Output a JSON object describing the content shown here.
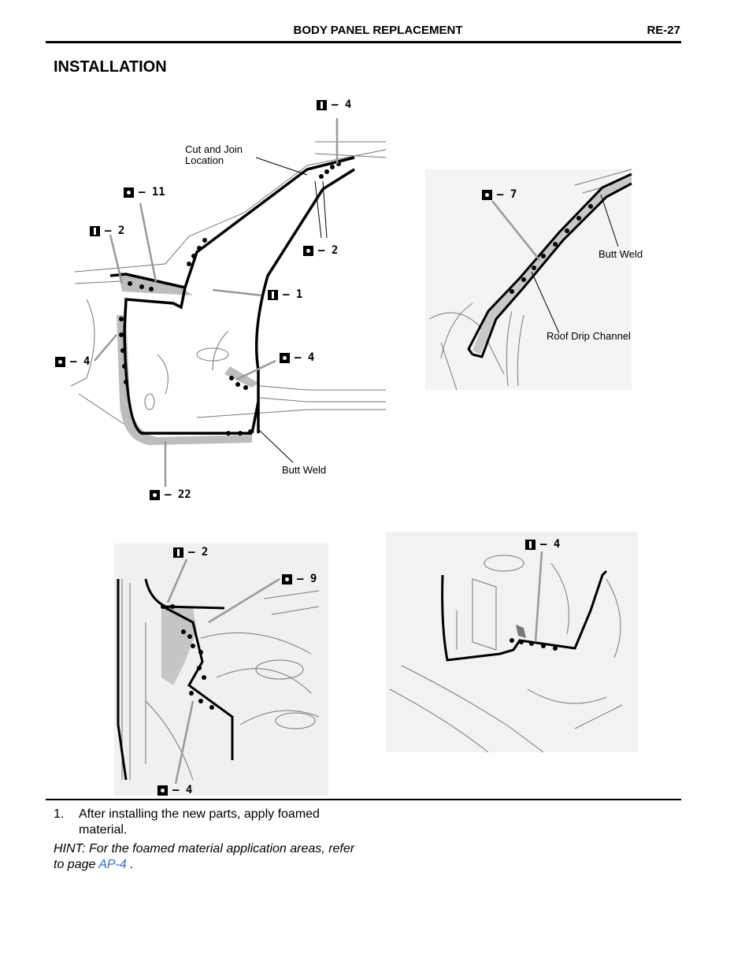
{
  "header": {
    "title": "BODY PANEL REPLACEMENT",
    "page": "RE-27"
  },
  "section": {
    "title": "INSTALLATION"
  },
  "figures": {
    "fig1": {
      "labels": {
        "cut_join": "Cut and Join\nLocation",
        "butt_weld": "Butt Weld"
      },
      "callouts": [
        {
          "kind": "seam",
          "num": "– 4"
        },
        {
          "kind": "spot",
          "num": "– 11"
        },
        {
          "kind": "seam",
          "num": "– 2"
        },
        {
          "kind": "spot",
          "num": "– 2"
        },
        {
          "kind": "seam",
          "num": "– 1"
        },
        {
          "kind": "spot",
          "num": "– 4"
        },
        {
          "kind": "spot",
          "num": "– 4"
        },
        {
          "kind": "spot",
          "num": "– 22"
        }
      ]
    },
    "fig2": {
      "labels": {
        "butt_weld": "Butt Weld",
        "roof_drip": "Roof Drip Channel"
      },
      "callouts": [
        {
          "kind": "spot",
          "num": "– 7"
        }
      ]
    },
    "fig3": {
      "callouts": [
        {
          "kind": "seam",
          "num": "– 2"
        },
        {
          "kind": "spot",
          "num": "– 9"
        },
        {
          "kind": "spot",
          "num": "– 4"
        }
      ]
    },
    "fig4": {
      "callouts": [
        {
          "kind": "seam",
          "num": "– 4"
        }
      ]
    }
  },
  "instructions": {
    "step_number": "1.",
    "step_text": "After installing the new parts, apply foamed material.",
    "hint_text": "HINT: For the foamed material application areas, refer to page ",
    "hint_link": "AP-4",
    "hint_end": " ."
  }
}
